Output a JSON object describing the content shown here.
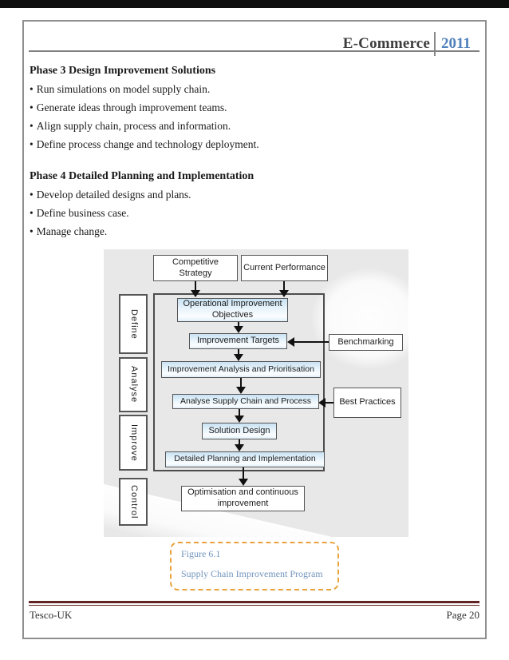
{
  "bullet_char": "•",
  "header": {
    "title": "E-Commerce",
    "year": "2011"
  },
  "sections": [
    {
      "heading": "Phase 3 Design Improvement Solutions",
      "bullets": [
        "Run simulations on model supply chain.",
        "Generate ideas through improvement teams.",
        "Align supply chain, process and information.",
        "Define process change and technology deployment."
      ]
    },
    {
      "heading": "Phase 4 Detailed Planning and Implementation",
      "bullets": [
        "Develop detailed designs and plans.",
        "Define business case.",
        "Manage change."
      ]
    }
  ],
  "diagram": {
    "inputs": [
      "Competitive Strategy",
      "Current Performance"
    ],
    "dmaic": [
      "Define",
      "Analyse",
      "Improve",
      "Control"
    ],
    "steps": [
      "Operational Improvement Objectives",
      "Improvement Targets",
      "Improvement Analysis and Prioritisation",
      "Analyse Supply Chain and Process",
      "Solution Design",
      "Detailed Planning and Implementation"
    ],
    "references": [
      "Benchmarking",
      "Best Practices"
    ],
    "outcome": "Optimisation and continuous improvement"
  },
  "figure": {
    "label": "Figure 6.1",
    "caption": "Supply Chain Improvement Program"
  },
  "footer": {
    "left": "Tesco-UK",
    "right": "Page 20"
  },
  "colors": {
    "accent_blue": "#4f81bd",
    "caption_text": "#7496be",
    "caption_border": "#e8a33d",
    "footer_rule": "#622423",
    "step_fill": "#c8e2f3",
    "diagram_bg": "#e8e8e8"
  }
}
